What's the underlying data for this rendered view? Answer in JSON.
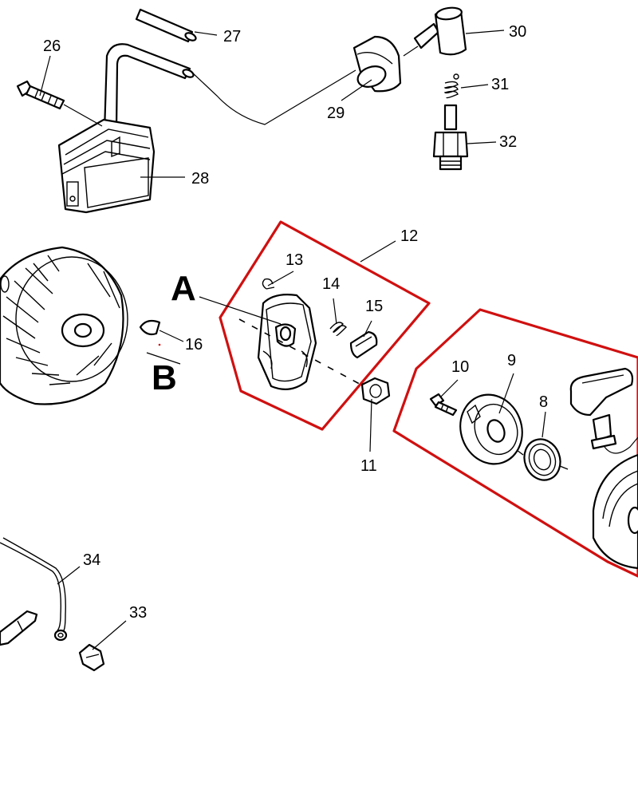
{
  "callouts": {
    "n26": "26",
    "n27": "27",
    "n30": "30",
    "n31": "31",
    "n29": "29",
    "n32": "32",
    "n28": "28",
    "n12": "12",
    "n13": "13",
    "n14": "14",
    "n15": "15",
    "n16": "16",
    "n10": "10",
    "n9": "9",
    "n8": "8",
    "n11": "11",
    "n34": "34",
    "n33": "33"
  },
  "letters": {
    "a": "A",
    "b": "B"
  },
  "colors": {
    "highlight_box": "#d01010",
    "line_art": "#000000"
  }
}
